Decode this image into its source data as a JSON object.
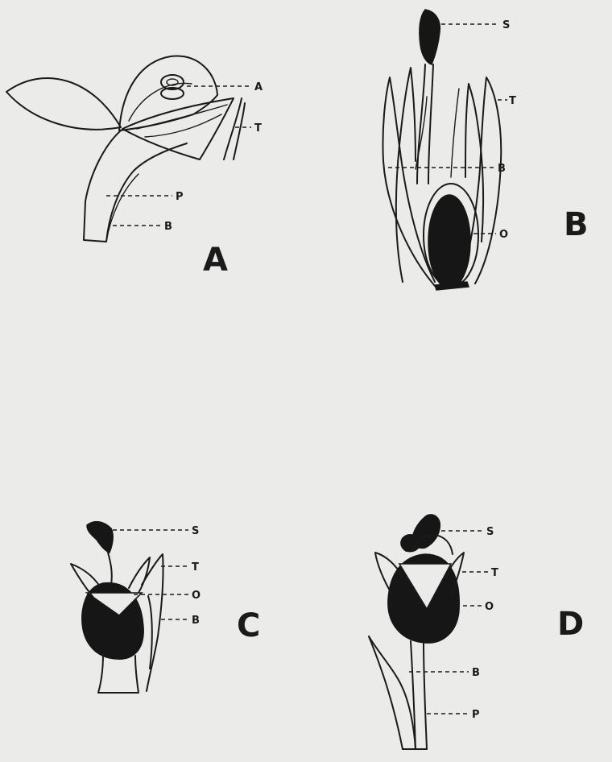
{
  "panels": [
    {
      "id": "A",
      "letter": "A",
      "labels": {
        "a": "A",
        "t": "T",
        "p": "P",
        "b": "B"
      }
    },
    {
      "id": "B",
      "letter": "B",
      "labels": {
        "s": "S",
        "t": "T",
        "b": "B",
        "o": "O"
      }
    },
    {
      "id": "C",
      "letter": "C",
      "labels": {
        "s": "S",
        "t": "T",
        "o": "O",
        "b": "B"
      }
    },
    {
      "id": "D",
      "letter": "D",
      "labels": {
        "s": "S",
        "t": "T",
        "o": "O",
        "b": "B",
        "p": "P"
      }
    }
  ]
}
